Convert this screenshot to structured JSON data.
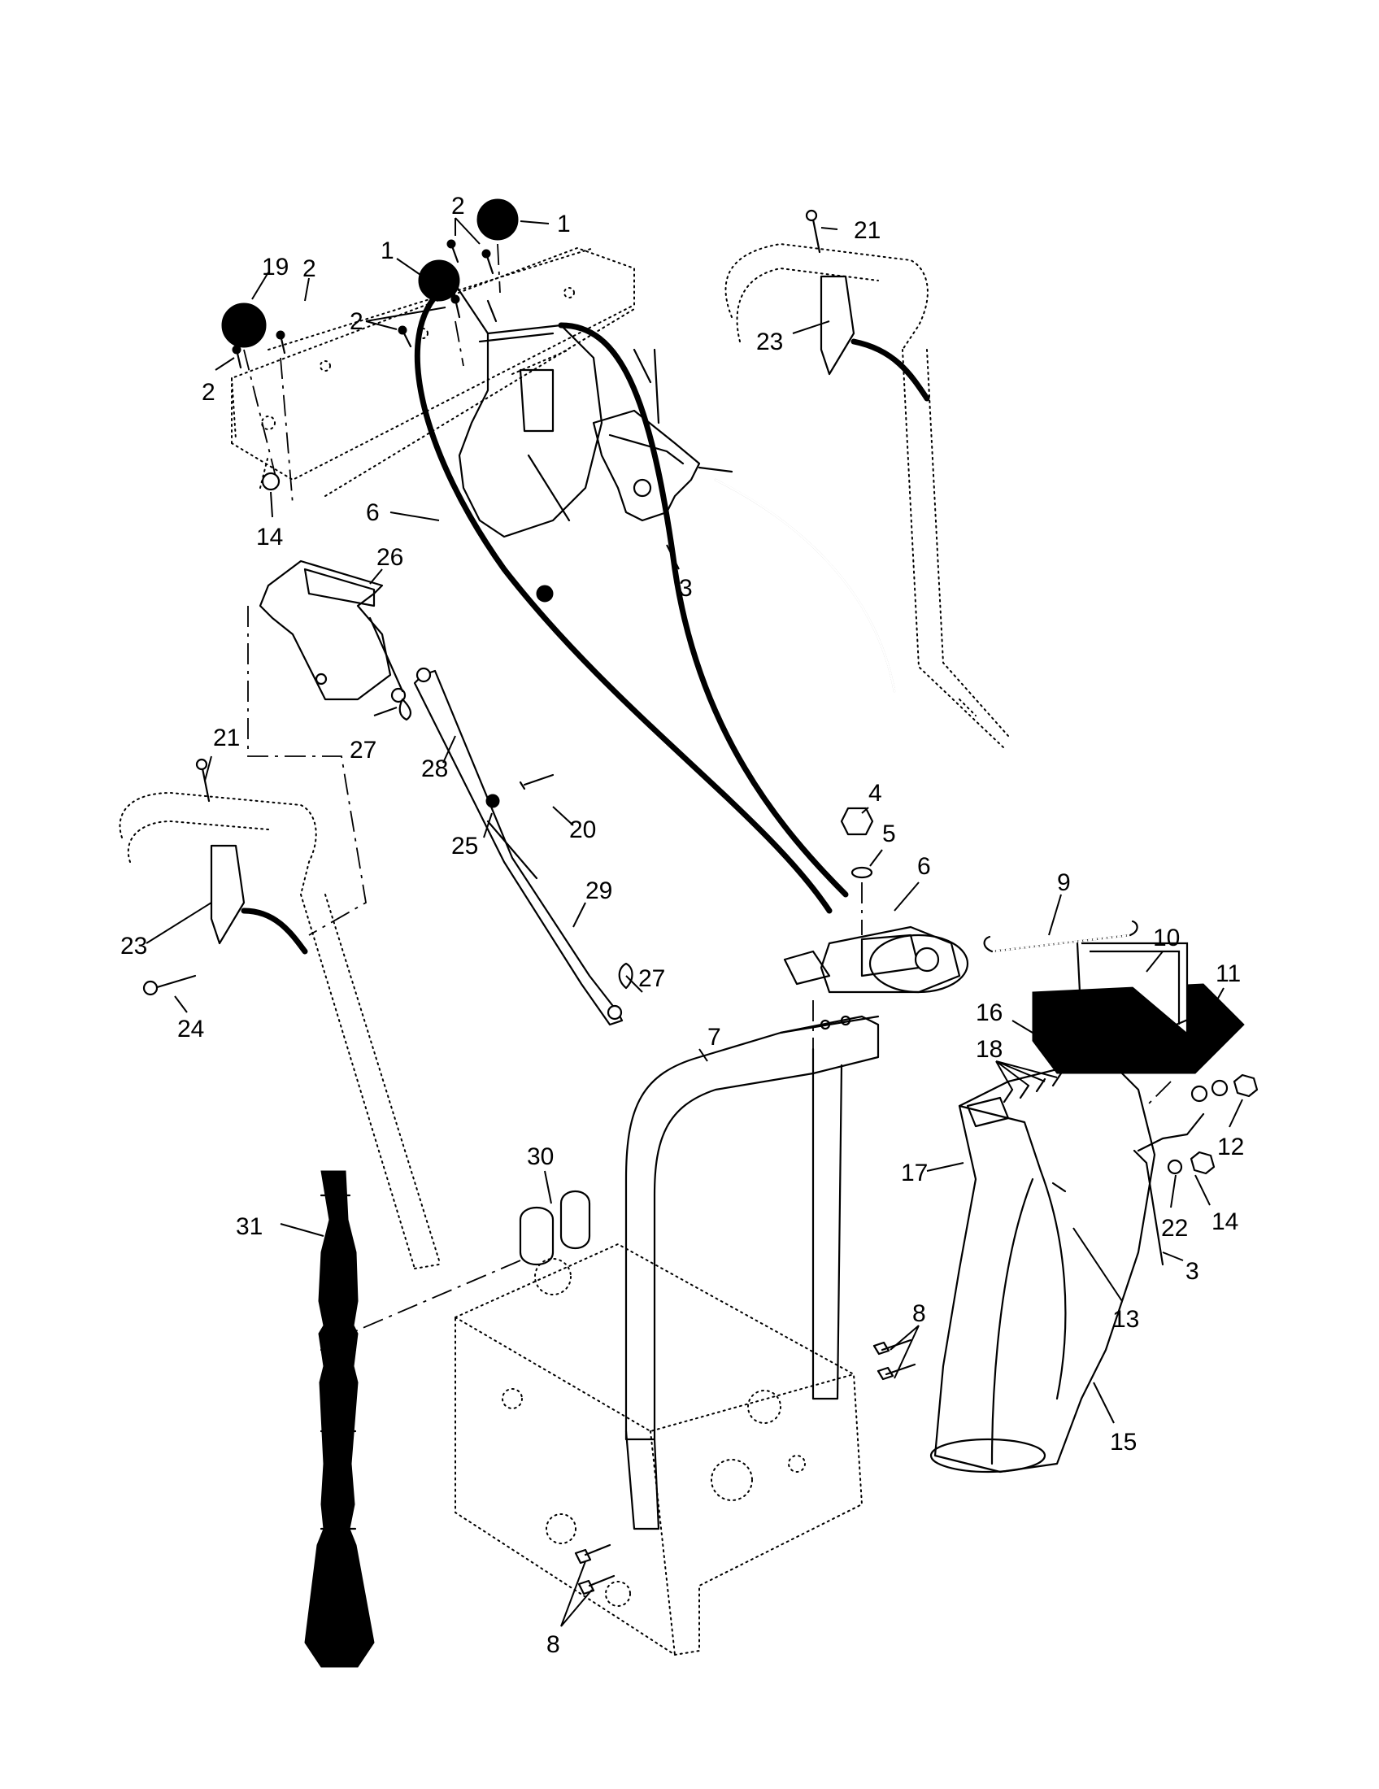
{
  "diagram": {
    "callouts": [
      {
        "id": "c1a",
        "text": "1"
      },
      {
        "id": "c1b",
        "text": "1"
      },
      {
        "id": "c2a",
        "text": "2"
      },
      {
        "id": "c2b",
        "text": "2"
      },
      {
        "id": "c2c",
        "text": "2"
      },
      {
        "id": "c2d",
        "text": "2"
      },
      {
        "id": "c19",
        "text": "19"
      },
      {
        "id": "c21a",
        "text": "21"
      },
      {
        "id": "c23a",
        "text": "23"
      },
      {
        "id": "c6a",
        "text": "6"
      },
      {
        "id": "c14a",
        "text": "14"
      },
      {
        "id": "c26",
        "text": "26"
      },
      {
        "id": "c3a",
        "text": "3"
      },
      {
        "id": "c27a",
        "text": "27"
      },
      {
        "id": "c28",
        "text": "28"
      },
      {
        "id": "c21b",
        "text": "21"
      },
      {
        "id": "c20",
        "text": "20"
      },
      {
        "id": "c25",
        "text": "25"
      },
      {
        "id": "c4",
        "text": "4"
      },
      {
        "id": "c5",
        "text": "5"
      },
      {
        "id": "c6b",
        "text": "6"
      },
      {
        "id": "c9",
        "text": "9"
      },
      {
        "id": "c10",
        "text": "10"
      },
      {
        "id": "c11",
        "text": "11"
      },
      {
        "id": "c29",
        "text": "29"
      },
      {
        "id": "c23b",
        "text": "23"
      },
      {
        "id": "c24",
        "text": "24"
      },
      {
        "id": "c27b",
        "text": "27"
      },
      {
        "id": "c7",
        "text": "7"
      },
      {
        "id": "c16",
        "text": "16"
      },
      {
        "id": "c18",
        "text": "18"
      },
      {
        "id": "c12",
        "text": "12"
      },
      {
        "id": "c30",
        "text": "30"
      },
      {
        "id": "c31",
        "text": "31"
      },
      {
        "id": "c17",
        "text": "17"
      },
      {
        "id": "c14b",
        "text": "14"
      },
      {
        "id": "c22",
        "text": "22"
      },
      {
        "id": "c3b",
        "text": "3"
      },
      {
        "id": "c13",
        "text": "13"
      },
      {
        "id": "c8a",
        "text": "8"
      },
      {
        "id": "c15",
        "text": "15"
      },
      {
        "id": "c8b",
        "text": "8"
      }
    ]
  }
}
